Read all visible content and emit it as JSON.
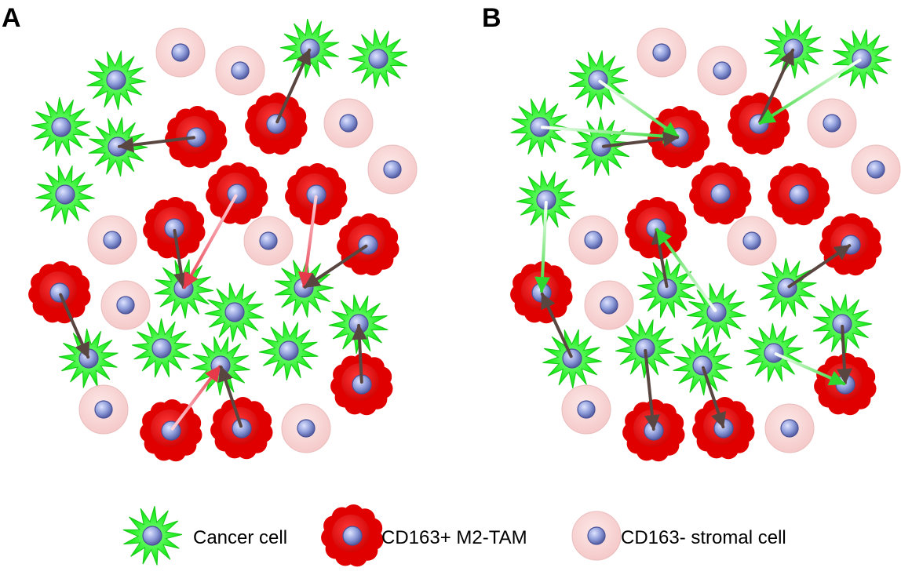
{
  "panels": [
    {
      "label": "A"
    },
    {
      "label": "B"
    }
  ],
  "cell_types": {
    "cancer": {
      "icon": "cancer-cell-icon",
      "color": "#22ee22"
    },
    "tam": {
      "icon": "m2-tam-icon",
      "color": "#ee0000"
    },
    "stromal": {
      "icon": "stromal-cell-icon",
      "color": "#f8d4d4"
    }
  },
  "legend": {
    "cancer_label": "Cancer cell",
    "tam_label": "CD163+ M2-TAM",
    "stromal_label": "CD163- stromal cell"
  },
  "colors": {
    "nucleus": "#8c9ad8",
    "arrow_dark": "#5a4640",
    "arrow_red": "#e04050",
    "arrow_green": "#33dd33"
  }
}
